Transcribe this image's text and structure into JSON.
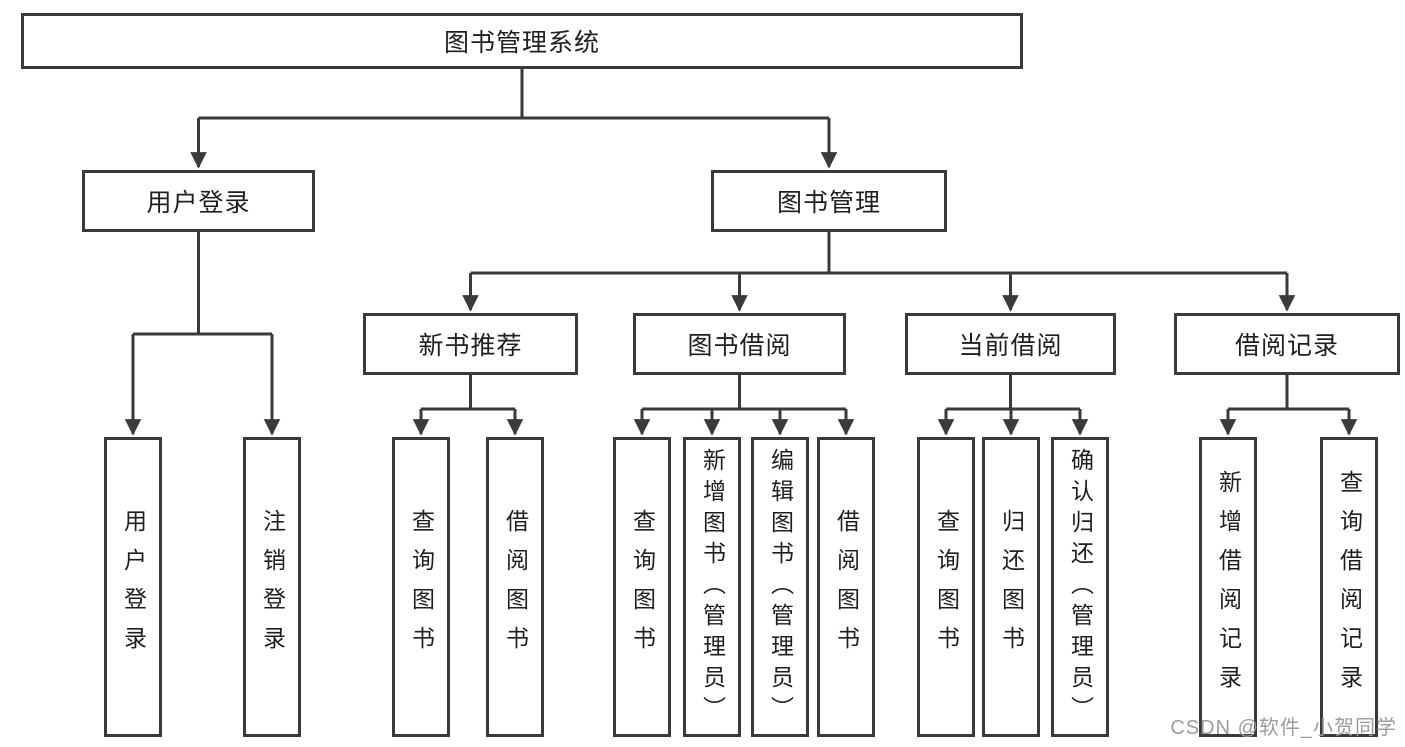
{
  "diagram": {
    "root": {
      "label": "图书管理系统"
    },
    "level2": [
      {
        "label": "用户登录"
      },
      {
        "label": "图书管理"
      }
    ],
    "level3": [
      {
        "label": "新书推荐"
      },
      {
        "label": "图书借阅"
      },
      {
        "label": "当前借阅"
      },
      {
        "label": "借阅记录"
      }
    ],
    "leaves": [
      {
        "label": "用户登录"
      },
      {
        "label": "注销登录"
      },
      {
        "label": "查询图书"
      },
      {
        "label": "借阅图书"
      },
      {
        "label": "查询图书"
      },
      {
        "label": "新增图书（管理员）"
      },
      {
        "label": "编辑图书（管理员）"
      },
      {
        "label": "借阅图书"
      },
      {
        "label": "查询图书"
      },
      {
        "label": "归还图书"
      },
      {
        "label": "确认归还（管理员）"
      },
      {
        "label": "新增借阅记录"
      },
      {
        "label": "查询借阅记录"
      }
    ],
    "colors": {
      "line": "#3a3a3a",
      "text": "#1f1f1f",
      "watermark": "#9c9c9c"
    }
  },
  "watermark": {
    "text": "CSDN @软件_小贺同学"
  }
}
